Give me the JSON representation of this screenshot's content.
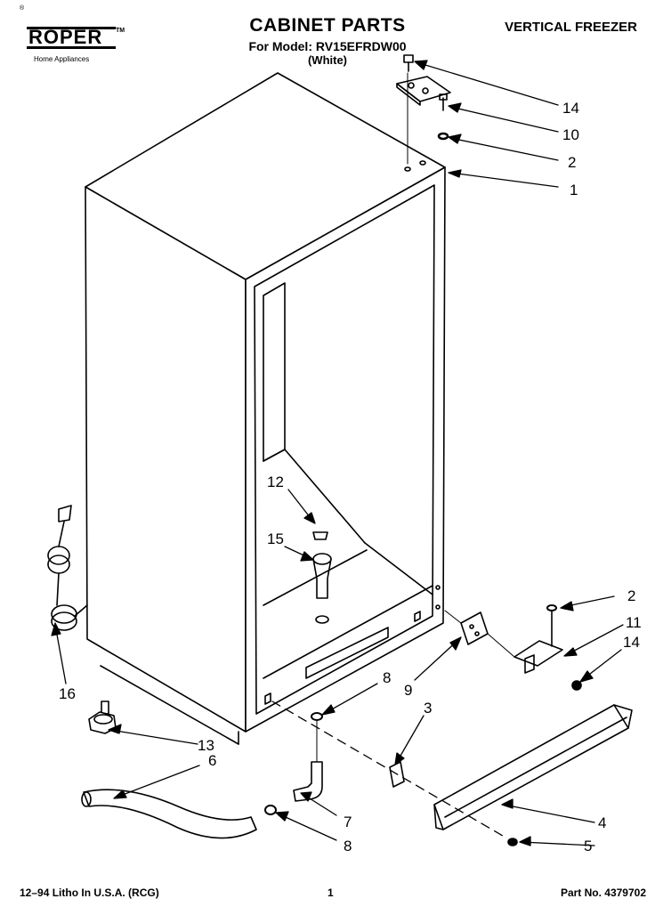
{
  "header": {
    "brand_small_mark": "®",
    "brand": "ROPER",
    "brand_tm": "TM",
    "brand_sub": "Home Appliances",
    "title": "CABINET PARTS",
    "model_line": "For Model: RV15EFRDW00",
    "color_line": "(White)",
    "category": "VERTICAL FREEZER"
  },
  "callouts": [
    {
      "id": "c14a",
      "label": "14"
    },
    {
      "id": "c10",
      "label": "10"
    },
    {
      "id": "c2a",
      "label": "2"
    },
    {
      "id": "c1",
      "label": "1"
    },
    {
      "id": "c12",
      "label": "12"
    },
    {
      "id": "c15",
      "label": "15"
    },
    {
      "id": "c2b",
      "label": "2"
    },
    {
      "id": "c11",
      "label": "11"
    },
    {
      "id": "c14b",
      "label": "14"
    },
    {
      "id": "c16",
      "label": "16"
    },
    {
      "id": "c8a",
      "label": "8"
    },
    {
      "id": "c9",
      "label": "9"
    },
    {
      "id": "c3",
      "label": "3"
    },
    {
      "id": "c13",
      "label": "13"
    },
    {
      "id": "c6",
      "label": "6"
    },
    {
      "id": "c7",
      "label": "7"
    },
    {
      "id": "c4",
      "label": "4"
    },
    {
      "id": "c8b",
      "label": "8"
    },
    {
      "id": "c5",
      "label": "5"
    }
  ],
  "footer": {
    "left": "12–94 Litho In U.S.A. (RCG)",
    "center": "1",
    "right": "Part No. 4379702"
  }
}
